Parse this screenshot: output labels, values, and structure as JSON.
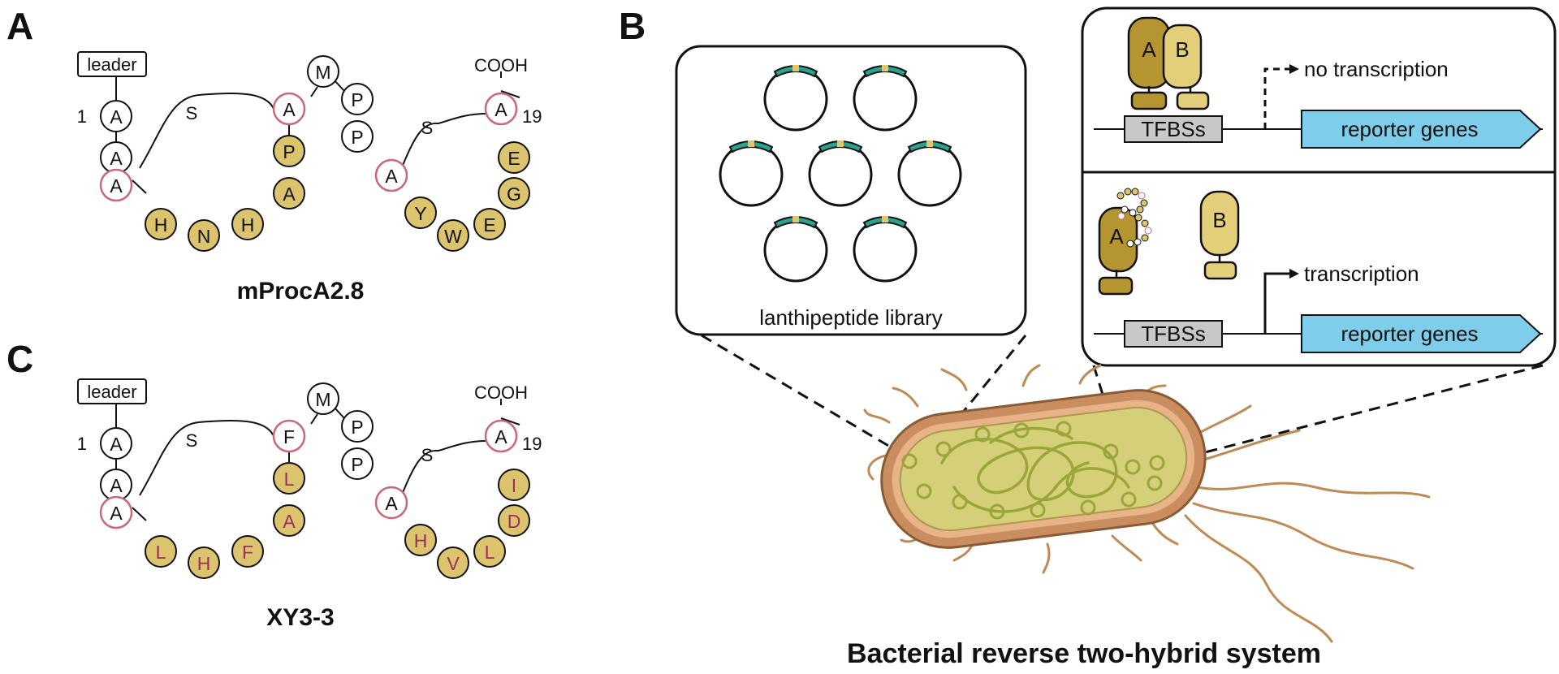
{
  "panels": {
    "a": "A",
    "b": "B",
    "c": "C"
  },
  "peptide_a": {
    "name": "mProcA2.8",
    "leader": "leader",
    "n_index": "1",
    "c_index": "19",
    "cooh": "COOH",
    "s1": "S",
    "s2": "S",
    "residues": [
      "A",
      "A",
      "A",
      "H",
      "N",
      "H",
      "A",
      "P",
      "A",
      "M",
      "P",
      "P",
      "A",
      "Y",
      "W",
      "E",
      "G",
      "E",
      "A"
    ]
  },
  "peptide_c": {
    "name": "XY3-3",
    "leader": "leader",
    "n_index": "1",
    "c_index": "19",
    "cooh": "COOH",
    "s1": "S",
    "s2": "S",
    "residues": [
      "A",
      "A",
      "A",
      "L",
      "H",
      "F",
      "F",
      "L",
      "A",
      "M",
      "P",
      "P",
      "A",
      "H",
      "V",
      "L",
      "D",
      "I",
      "A"
    ]
  },
  "library": {
    "label": "lanthipeptide library"
  },
  "two_hybrid_top": {
    "protein_a": "A",
    "protein_b": "B",
    "tfbs": "TFBSs",
    "reporter": "reporter genes",
    "outcome": "no transcription"
  },
  "two_hybrid_bottom": {
    "protein_a": "A",
    "protein_b": "B",
    "tfbs": "TFBSs",
    "reporter": "reporter genes",
    "outcome": "transcription"
  },
  "caption": "Bacterial reverse two-hybrid system",
  "colors": {
    "variable_residue_fill": "#dcc46e",
    "bridge_residue_stroke": "#c8697a",
    "mutated_text": "#9b2d5f",
    "plasmid_insert": "#2aa290",
    "plasmid_insert_mark": "#e3c56a",
    "protein_a": "#b5952f",
    "protein_b": "#e3ce7a",
    "reporter_fill": "#7ecdea",
    "tfbs_fill": "#c8c8c8",
    "cell_wall": "#c98d5f",
    "cytoplasm": "#d6cf7a",
    "dna": "#9aa53a",
    "flagella": "#c08a55"
  }
}
